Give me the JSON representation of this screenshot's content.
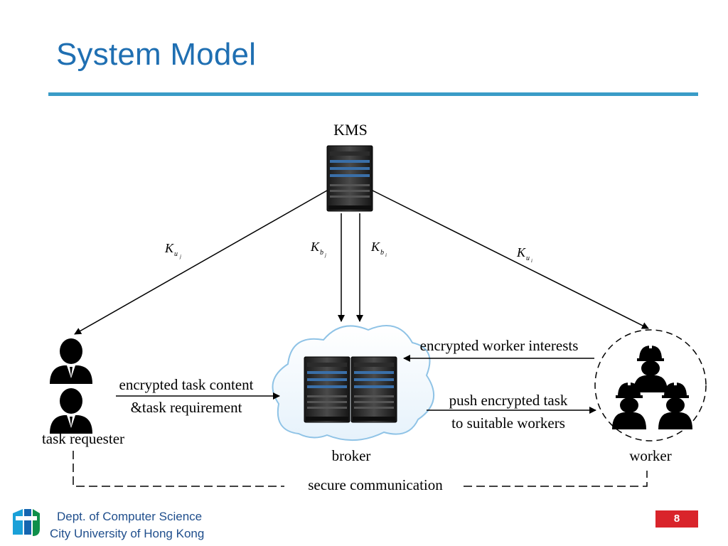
{
  "slide": {
    "title": "System Model",
    "footer": {
      "line1": "Dept. of Computer Science",
      "line2": "City University of Hong Kong"
    },
    "page_number": "8"
  },
  "diagram": {
    "nodes": {
      "kms": "KMS",
      "task_requester": "task requester",
      "broker": "broker",
      "worker": "worker"
    },
    "keys": {
      "k_uj": {
        "base": "K",
        "sub": "u",
        "subsub": "j"
      },
      "k_bj": {
        "base": "K",
        "sub": "b",
        "subsub": "j"
      },
      "k_bi": {
        "base": "K",
        "sub": "b",
        "subsub": "i"
      },
      "k_ui": {
        "base": "K",
        "sub": "u",
        "subsub": "i"
      }
    },
    "edges": {
      "task_content_line1": "encrypted task content",
      "task_content_line2": "&task requirement",
      "worker_interests": "encrypted worker interests",
      "push_line1": "push encrypted task",
      "push_line2": "to suitable workers",
      "secure": "secure communication"
    }
  },
  "colors": {
    "title": "#1f6fb2",
    "rule": "#3a9cc7",
    "cloud_stroke": "#8fc3e6",
    "badge": "#d9242b"
  }
}
